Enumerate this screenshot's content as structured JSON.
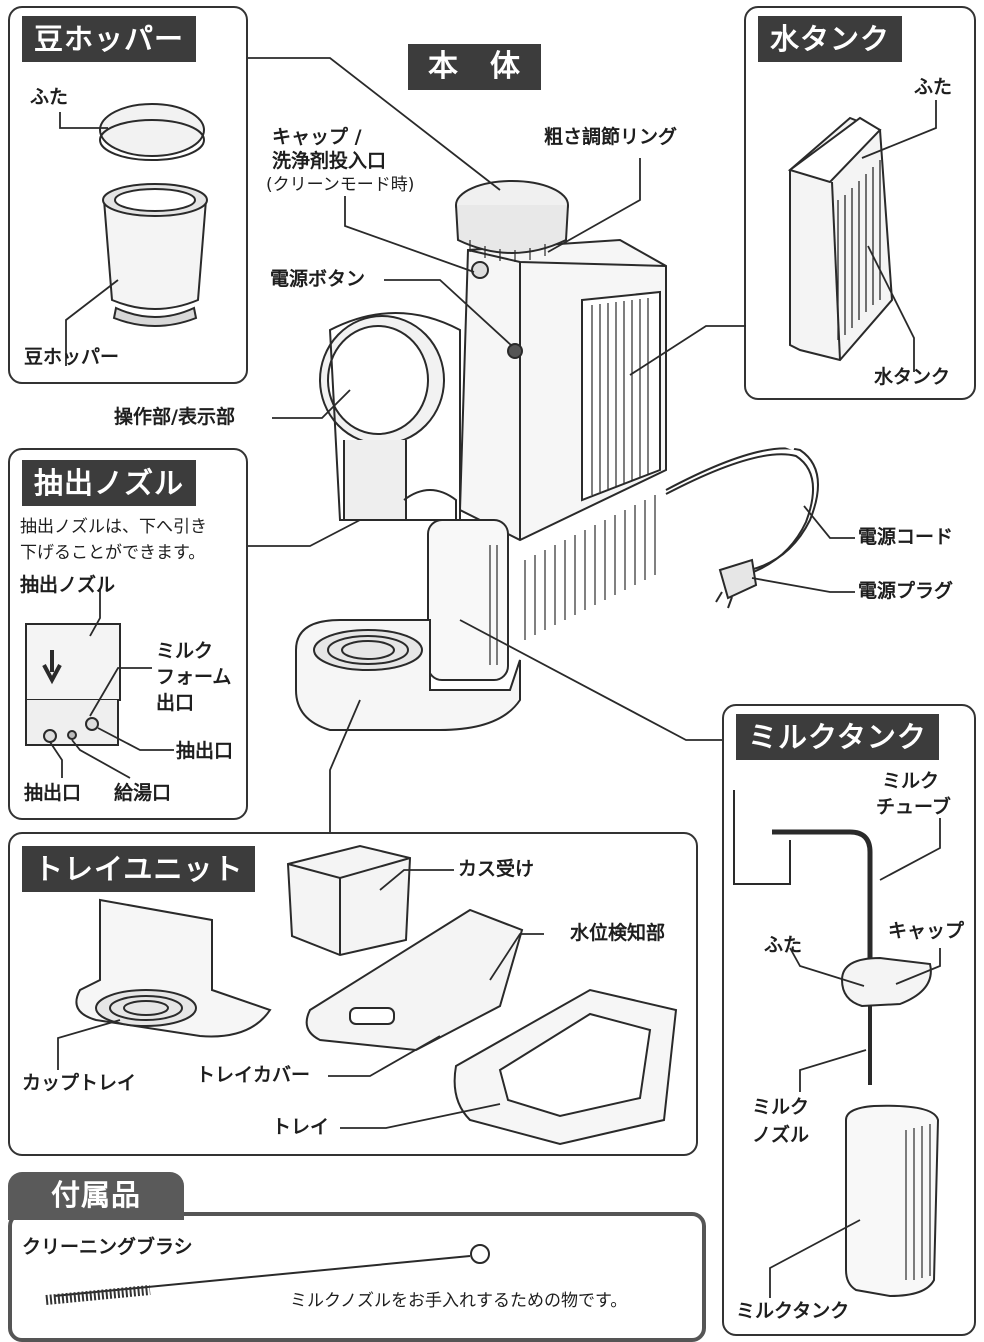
{
  "main_title": "本　体",
  "sections": {
    "hopper": {
      "title": "豆ホッパー",
      "lid": "ふた",
      "hopper": "豆ホッパー"
    },
    "water": {
      "title": "水タンク",
      "lid": "ふた",
      "tank": "水タンク"
    },
    "nozzle": {
      "title": "抽出ノズル",
      "desc_line1": "抽出ノズルは、下へ引き",
      "desc_line2": "下げることができます。",
      "nozzle": "抽出ノズル",
      "milk_foam_1": "ミルク",
      "milk_foam_2": "フォーム",
      "milk_foam_3": "出口",
      "outlet_right": "抽出口",
      "outlet_left": "抽出口",
      "hot_water": "給湯口"
    },
    "tray": {
      "title": "トレイユニット",
      "grounds": "カス受け",
      "water_level": "水位検知部",
      "cup_tray": "カップトレイ",
      "tray_cover": "トレイカバー",
      "tray": "トレイ"
    },
    "milk": {
      "title": "ミルクタンク",
      "tube_1": "ミルク",
      "tube_2": "チューブ",
      "cap": "キャップ",
      "lid": "ふた",
      "nozzle_1": "ミルク",
      "nozzle_2": "ノズル",
      "tank": "ミルクタンク"
    },
    "accessory": {
      "title": "付属品",
      "brush": "クリーニングブラシ",
      "brush_desc": "ミルクノズルをお手入れするための物です。"
    }
  },
  "main_labels": {
    "cap_1": "キャップ /",
    "cap_2": "洗浄剤投入口",
    "cap_3": "(クリーンモード時)",
    "grind_ring": "粗さ調節リング",
    "power_button": "電源ボタン",
    "panel": "操作部/表示部",
    "power_cord": "電源コード",
    "power_plug": "電源プラグ"
  }
}
